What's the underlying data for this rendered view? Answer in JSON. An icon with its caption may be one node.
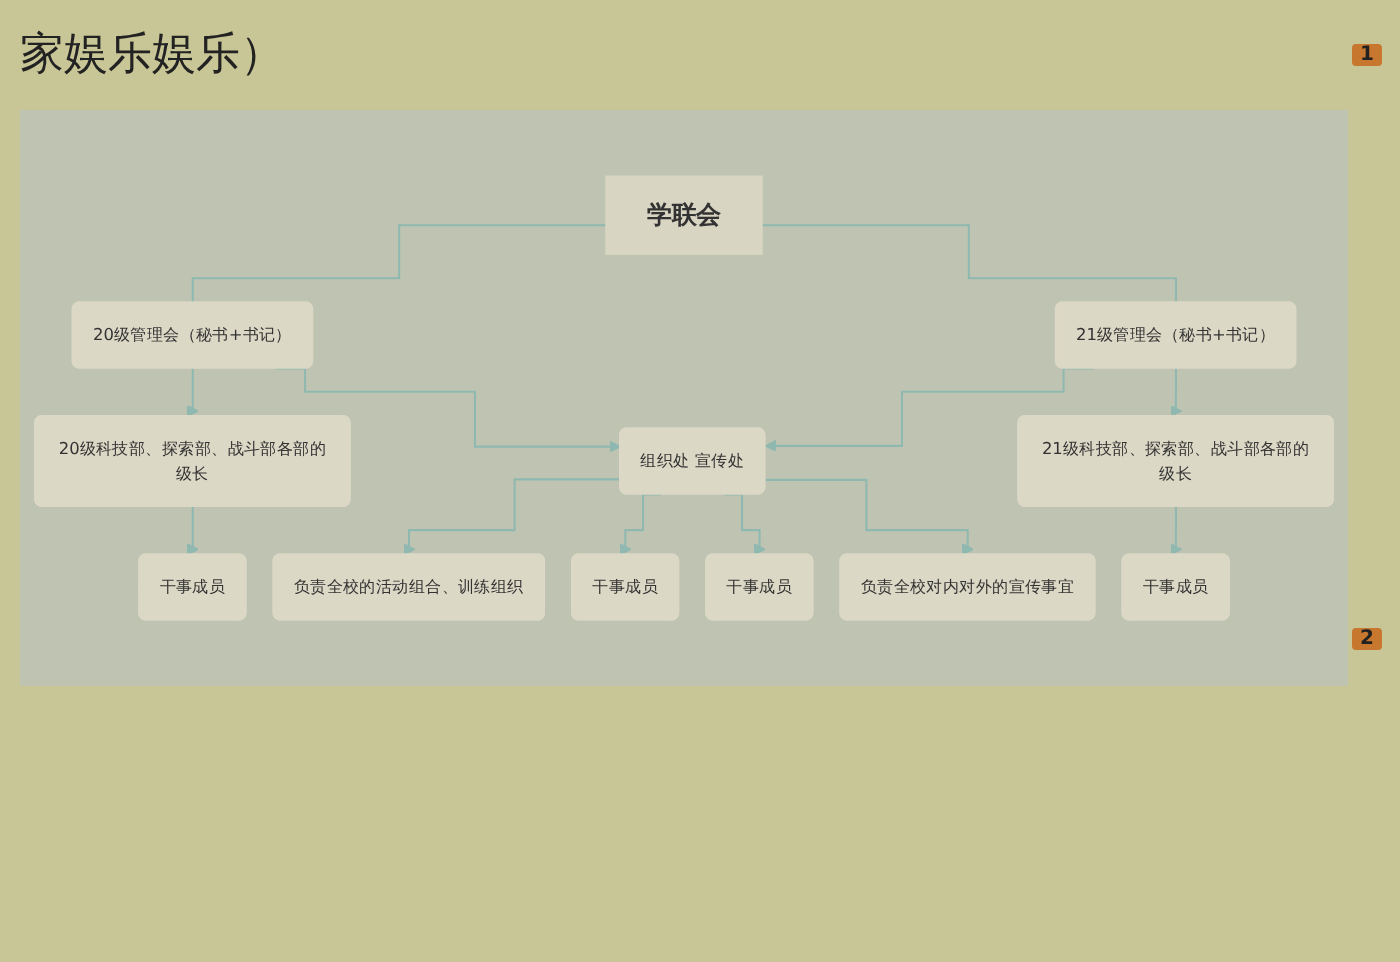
{
  "diagram": {
    "nodes": [
      {
        "text": [
          "学联会"
        ]
      },
      {
        "text": [
          "20级管理会（秘书+书记）"
        ]
      },
      {
        "text": [
          "21级管理会（秘书+书记）"
        ]
      },
      {
        "text": [
          "20级科技部、探索部、战斗部各部的级长"
        ]
      },
      {
        "text": [
          "组织处 宣传处"
        ]
      },
      {
        "text": [
          "21级科技部、探索部、战斗部各部的级长"
        ]
      },
      {
        "text": [
          "干事成员"
        ]
      },
      {
        "text": [
          "负责全校的活动组合、训练组织"
        ]
      },
      {
        "text": [
          "干事成员"
        ]
      },
      {
        "text": [
          "干事成员"
        ]
      },
      {
        "text": [
          "负责全校对内对外的宣传事宜"
        ]
      },
      {
        "text": [
          "干事成员"
        ]
      }
    ],
    "edges": [
      {
        "from": 0,
        "to": 1,
        "arrow": "none"
      },
      {
        "from": 0,
        "to": 2,
        "arrow": "none"
      },
      {
        "from": 1,
        "to": 3,
        "arrow": "to"
      },
      {
        "from": 1,
        "to": 4,
        "arrow": "to"
      },
      {
        "from": 2,
        "to": 4,
        "arrow": "to"
      },
      {
        "from": 2,
        "to": 5,
        "arrow": "to"
      },
      {
        "from": 3,
        "to": 6,
        "arrow": "to"
      },
      {
        "from": 4,
        "to": 7,
        "arrow": "to"
      },
      {
        "from": 4,
        "to": 8,
        "arrow": "to"
      },
      {
        "from": 4,
        "to": 9,
        "arrow": "to"
      },
      {
        "from": 4,
        "to": 10,
        "arrow": "to"
      },
      {
        "from": 5,
        "to": 11,
        "arrow": "to"
      }
    ],
    "labels": [
      "家娱乐娱乐）",
      "1",
      "2"
    ]
  }
}
